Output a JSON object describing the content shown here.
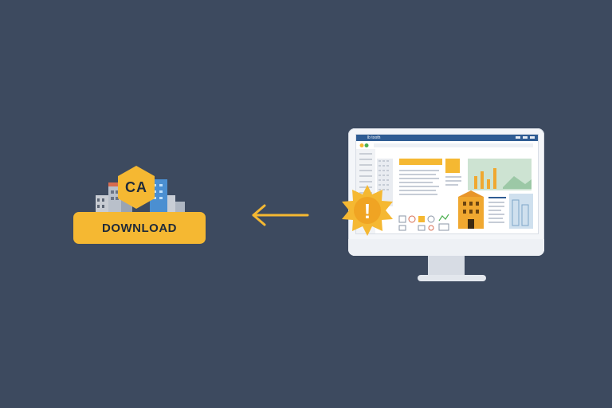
{
  "left_block": {
    "badge_text": "CA",
    "button_label": "DOWNLOAD"
  },
  "arrow": {
    "direction": "left",
    "color": "#f5b832"
  },
  "monitor": {
    "window_title": "lb  tooth",
    "alert_symbol": "!"
  },
  "colors": {
    "background": "#3d4a5f",
    "accent": "#f5b832",
    "screen_header": "#2f5c93"
  }
}
